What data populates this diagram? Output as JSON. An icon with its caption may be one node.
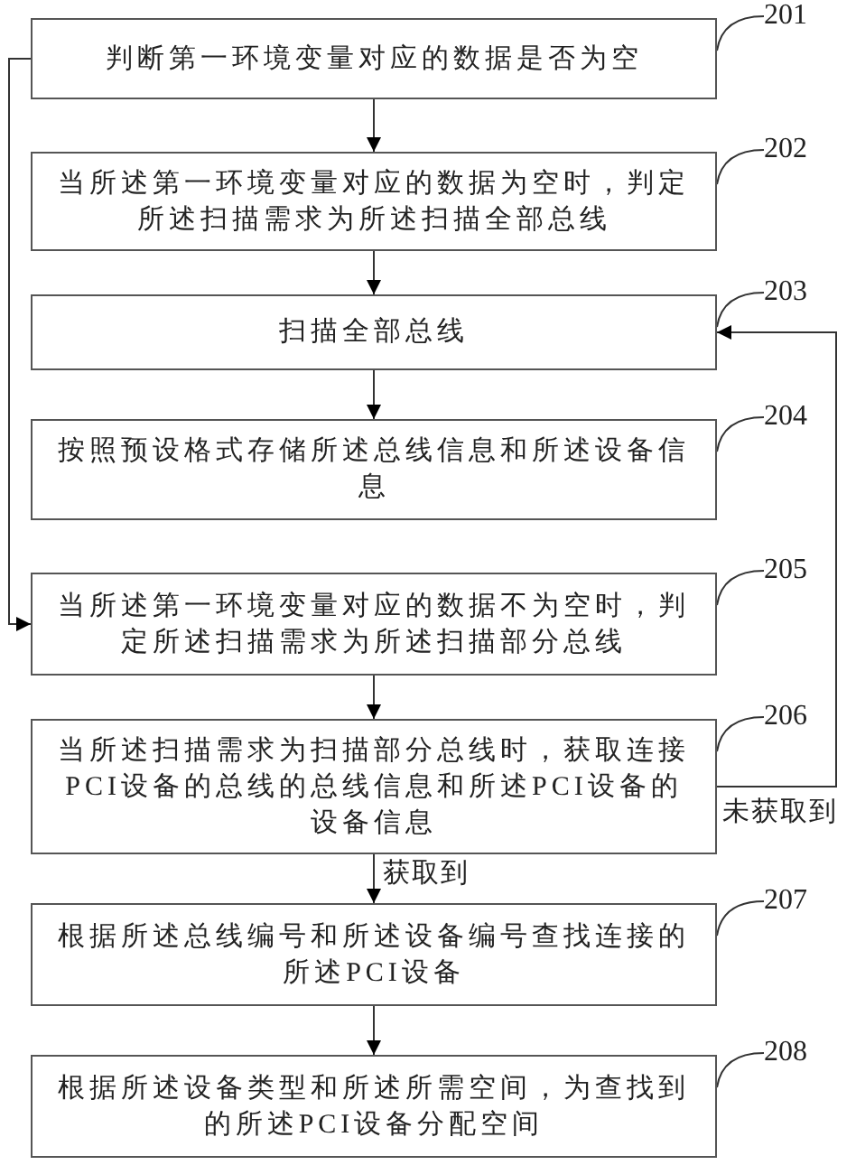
{
  "diagram": {
    "nodes": [
      {
        "text": [
          "判断第一环境变量对应的数据是否为空"
        ]
      },
      {
        "text": [
          "当所述第一环境变量对应的数据为空时，判定所述扫描需求为所述扫描全部总线"
        ]
      },
      {
        "text": [
          "扫描全部总线"
        ]
      },
      {
        "text": [
          "按照预设格式存储所述总线信息和所述设备信息"
        ]
      },
      {
        "text": [
          "当所述第一环境变量对应的数据不为空时，判定所述扫描需求为所述扫描部分总线"
        ]
      },
      {
        "text": [
          "当所述扫描需求为扫描部分总线时，获取连接PCI设备的总线的总线信息和所述PCI设备的设备信息"
        ]
      },
      {
        "text": [
          "根据所述总线编号和所述设备编号查找连接的所述PCI设备"
        ]
      },
      {
        "text": [
          "根据所述设备类型和所述所需空间，为查找到的所述PCI设备分配空间"
        ]
      },
      {
        "text": [
          "201"
        ]
      },
      {
        "text": [
          "202"
        ]
      },
      {
        "text": [
          "203"
        ]
      },
      {
        "text": [
          "204"
        ]
      },
      {
        "text": [
          "205"
        ]
      },
      {
        "text": [
          "206"
        ]
      },
      {
        "text": [
          "207"
        ]
      },
      {
        "text": [
          "208"
        ]
      }
    ],
    "edges": [
      {
        "from": 0,
        "to": 1,
        "arrow": "to"
      },
      {
        "from": 1,
        "to": 2,
        "arrow": "to"
      },
      {
        "from": 2,
        "to": 3,
        "arrow": "to"
      },
      {
        "from": 0,
        "to": 4,
        "arrow": "to"
      },
      {
        "from": 4,
        "to": 5,
        "arrow": "to"
      },
      {
        "from": 5,
        "to": 6,
        "label": "获取到",
        "arrow": "to"
      },
      {
        "from": 6,
        "to": 7,
        "arrow": "to"
      },
      {
        "from": 5,
        "to": 2,
        "label": "未获取到",
        "arrow": "to"
      },
      {
        "from": 8,
        "to": 0,
        "arrow": "none"
      },
      {
        "from": 9,
        "to": 1,
        "arrow": "none"
      },
      {
        "from": 10,
        "to": 2,
        "arrow": "none"
      },
      {
        "from": 11,
        "to": 3,
        "arrow": "none"
      },
      {
        "from": 12,
        "to": 4,
        "arrow": "none"
      },
      {
        "from": 13,
        "to": 5,
        "arrow": "none"
      },
      {
        "from": 14,
        "to": 6,
        "arrow": "none"
      },
      {
        "from": 15,
        "to": 7,
        "arrow": "none"
      }
    ]
  }
}
